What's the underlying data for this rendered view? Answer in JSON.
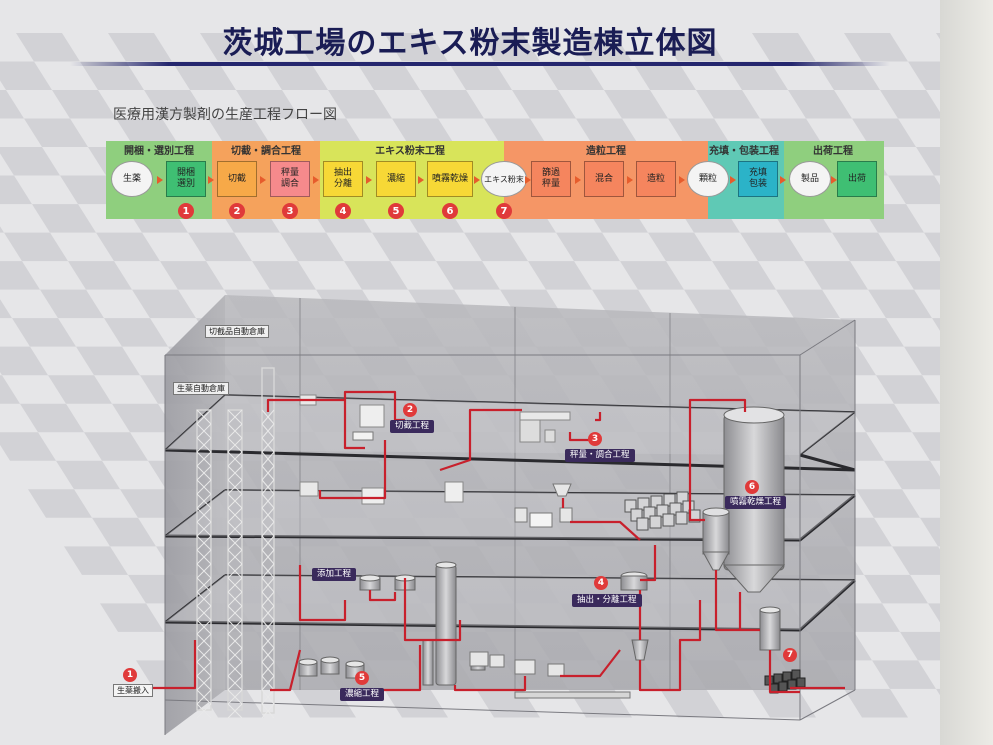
{
  "title": "茨城工場のエキス粉末製造棟立体図",
  "flow": {
    "heading": "医療用漢方製剤の生産工程フロー図",
    "stages": [
      {
        "label": "開梱・選別工程",
        "color": "#8fcf7e"
      },
      {
        "label": "切截・調合工程",
        "color": "#f5a25c"
      },
      {
        "label": "エキス粉末工程",
        "color": "#d8e45a"
      },
      {
        "label": "造粒工程",
        "color": "#f59666"
      },
      {
        "label": "充填・包装工程",
        "color": "#5fc9b5"
      },
      {
        "label": "出荷工程",
        "color": "#8fcf7e"
      }
    ],
    "nodes": [
      {
        "text": "生薬",
        "shape": "circle",
        "fill": "#f4f4f4"
      },
      {
        "text": "開梱\n選別",
        "shape": "box",
        "fill": "#3fbf73",
        "num": "1"
      },
      {
        "text": "切截",
        "shape": "box",
        "fill": "#f7a948",
        "num": "2"
      },
      {
        "text": "秤量\n調合",
        "shape": "box",
        "fill": "#f68a8c",
        "num": "3"
      },
      {
        "text": "抽出\n分離",
        "shape": "box",
        "fill": "#f7d836",
        "num": "4"
      },
      {
        "text": "濃縮",
        "shape": "box",
        "fill": "#f7d836",
        "num": "5"
      },
      {
        "text": "噴霧乾燥",
        "shape": "box",
        "fill": "#f7d836",
        "num": "6"
      },
      {
        "text": "エキス粉末",
        "shape": "circle",
        "fill": "#f4f4f4",
        "num": "7"
      },
      {
        "text": "篩過\n秤量",
        "shape": "box",
        "fill": "#f5855e"
      },
      {
        "text": "混合",
        "shape": "box",
        "fill": "#f5855e"
      },
      {
        "text": "造粒",
        "shape": "box",
        "fill": "#f5855e"
      },
      {
        "text": "顆粒",
        "shape": "circle",
        "fill": "#f4f4f4"
      },
      {
        "text": "充填\n包装",
        "shape": "box",
        "fill": "#2bb3c8"
      },
      {
        "text": "製品",
        "shape": "circle",
        "fill": "#f4f4f4"
      },
      {
        "text": "出荷",
        "shape": "box",
        "fill": "#3fbf73"
      }
    ],
    "arrow_color": "#e65c2c",
    "number_color": "#e03a3a"
  },
  "building": {
    "labels": {
      "cut_warehouse": "切截品自動倉庫",
      "herb_warehouse": "生薬自動倉庫",
      "herb_intake": "生薬搬入"
    },
    "processes": {
      "p2": {
        "num": "2",
        "label": "切截工程"
      },
      "p3": {
        "num": "3",
        "label": "秤量・調合工程"
      },
      "p6": {
        "num": "6",
        "label": "噴霧乾燥工程"
      },
      "add": {
        "label": "添加工程"
      },
      "p4": {
        "num": "4",
        "label": "抽出・分離工程"
      },
      "p5": {
        "num": "5",
        "label": "濃縮工程"
      },
      "p1": {
        "num": "1"
      },
      "p7": {
        "num": "7"
      }
    },
    "pipe_color": "#c8202c"
  }
}
